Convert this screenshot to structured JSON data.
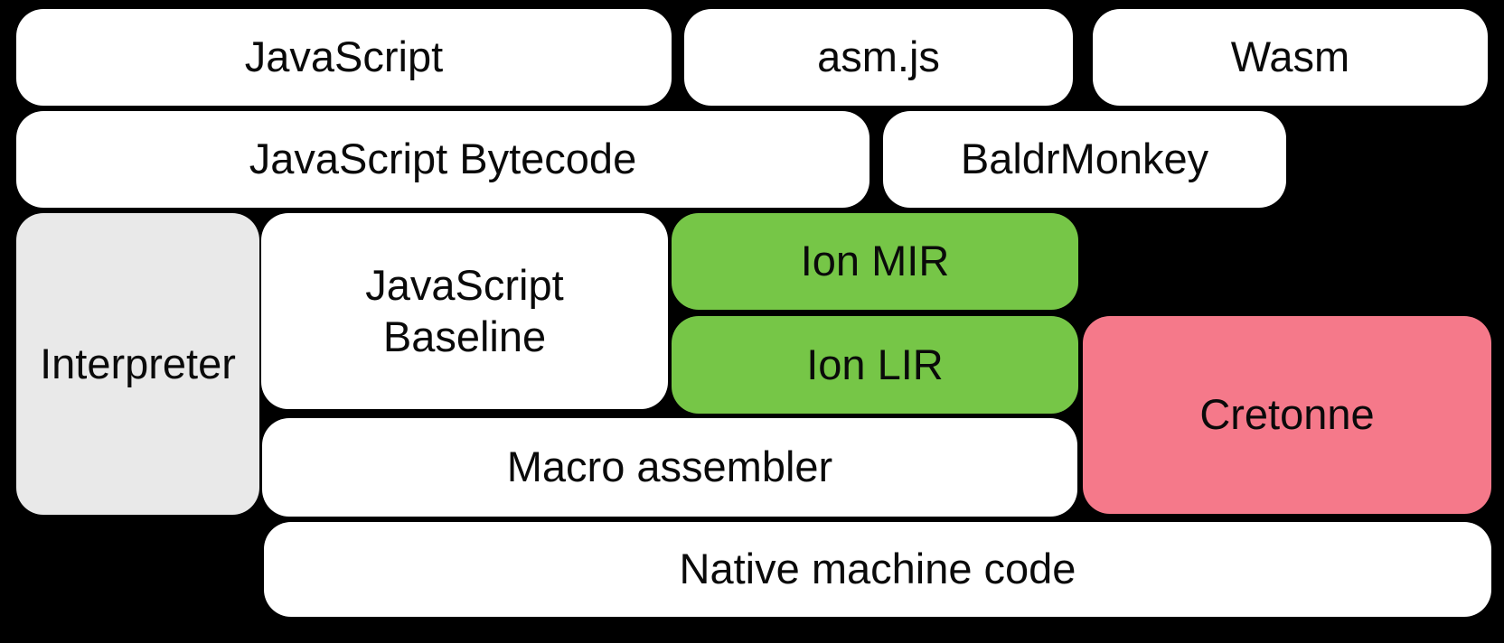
{
  "diagram": {
    "colors": {
      "background": "#000000",
      "default": "#ffffff",
      "interpreter": "#e9e9e9",
      "ion": "#76c647",
      "cretonne": "#f5798a",
      "text": "#0a0a0a"
    },
    "boxes": {
      "javascript": {
        "label": "JavaScript"
      },
      "asmjs": {
        "label": "asm.js"
      },
      "wasm": {
        "label": "Wasm"
      },
      "javascript_bytecode": {
        "label": "JavaScript Bytecode"
      },
      "baldrmonkey": {
        "label": "BaldrMonkey"
      },
      "interpreter": {
        "label": "Interpreter"
      },
      "javascript_baseline": {
        "label": "JavaScript\nBaseline"
      },
      "ion_mir": {
        "label": "Ion MIR"
      },
      "ion_lir": {
        "label": "Ion LIR"
      },
      "cretonne": {
        "label": "Cretonne"
      },
      "macro_assembler": {
        "label": "Macro assembler"
      },
      "native_machine_code": {
        "label": "Native machine code"
      }
    }
  }
}
